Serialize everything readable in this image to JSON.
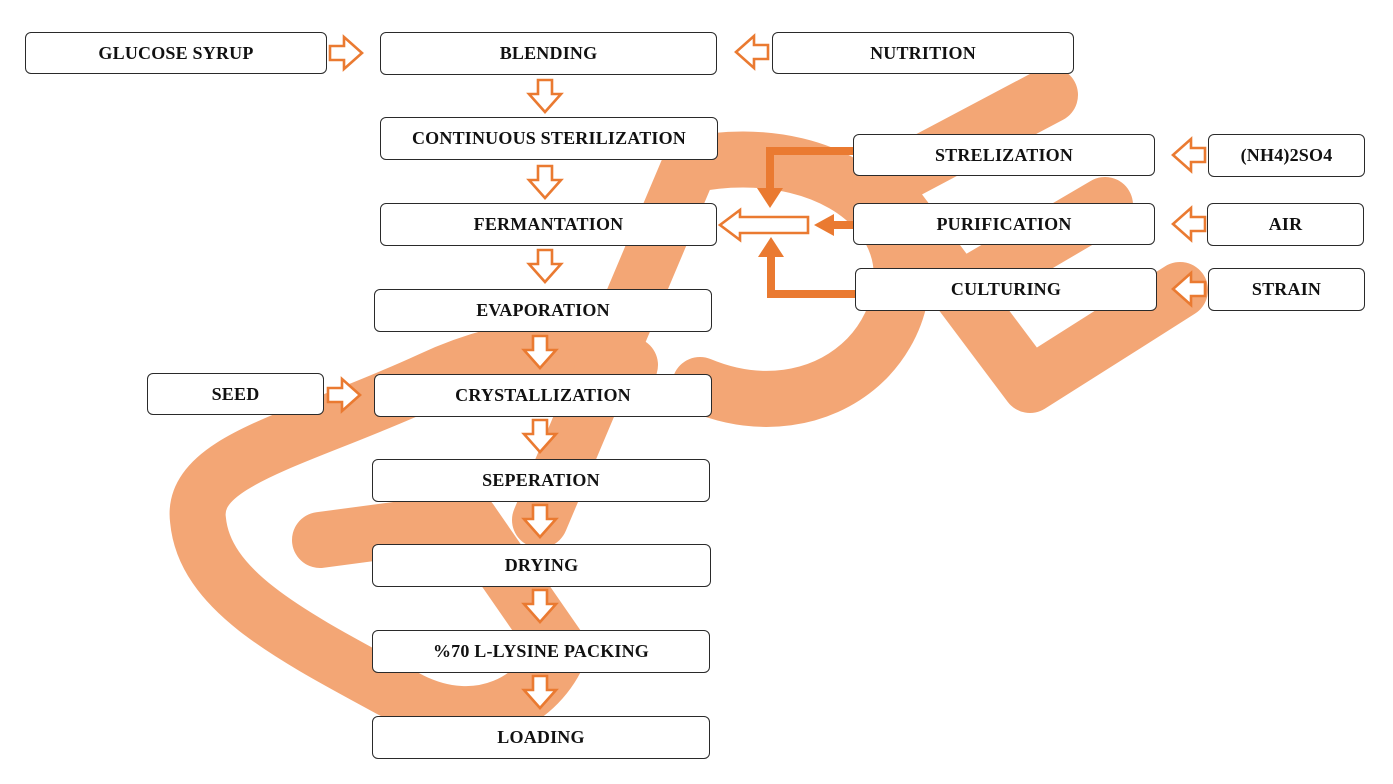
{
  "diagram": {
    "accent_color": "#ea7a31",
    "watermark_color": "#f3a675",
    "watermark_text": "GPE",
    "nodes": {
      "glucose_syrup": "GLUCOSE SYRUP",
      "blending": "BLENDING",
      "nutrition": "NUTRITION",
      "continuous_sterilization": "CONTINUOUS STERILIZATION",
      "fermantation": "FERMANTATION",
      "evaporation": "EVAPORATION",
      "seed": "SEED",
      "crystallization": "CRYSTALLIZATION",
      "seperation": "SEPERATION",
      "drying": "DRYING",
      "packing": "%70 L-LYSINE PACKING",
      "loading": "LOADING",
      "strelization": "STRELIZATION",
      "nh4so4": "(NH4)2SO4",
      "purification": "PURIFICATION",
      "air": "AIR",
      "culturing": "CULTURING",
      "strain": "STRAIN"
    },
    "edges": [
      {
        "from": "glucose_syrup",
        "to": "blending"
      },
      {
        "from": "nutrition",
        "to": "blending"
      },
      {
        "from": "blending",
        "to": "continuous_sterilization"
      },
      {
        "from": "continuous_sterilization",
        "to": "fermantation"
      },
      {
        "from": "fermantation",
        "to": "evaporation"
      },
      {
        "from": "evaporation",
        "to": "crystallization"
      },
      {
        "from": "seed",
        "to": "crystallization"
      },
      {
        "from": "crystallization",
        "to": "seperation"
      },
      {
        "from": "seperation",
        "to": "drying"
      },
      {
        "from": "drying",
        "to": "packing"
      },
      {
        "from": "packing",
        "to": "loading"
      },
      {
        "from": "nh4so4",
        "to": "strelization"
      },
      {
        "from": "air",
        "to": "purification"
      },
      {
        "from": "strain",
        "to": "culturing"
      },
      {
        "from": "strelization",
        "to": "fermantation"
      },
      {
        "from": "purification",
        "to": "fermantation"
      },
      {
        "from": "culturing",
        "to": "fermantation"
      }
    ]
  }
}
